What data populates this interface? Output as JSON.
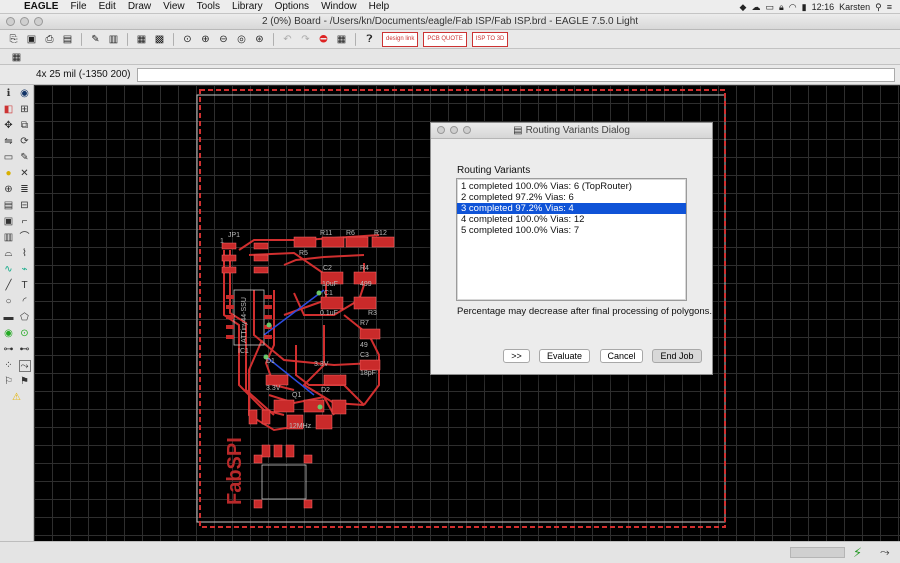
{
  "menubar": {
    "app_name": "EAGLE",
    "items": [
      "File",
      "Edit",
      "Draw",
      "View",
      "Tools",
      "Library",
      "Options",
      "Window",
      "Help"
    ],
    "clock": "12:16",
    "user": "Karsten"
  },
  "window": {
    "title": "2 (0%) Board - /Users/kn/Documents/eagle/Fab ISP/Fab ISP.brd - EAGLE 7.5.0 Light"
  },
  "toolbar": {
    "badges": [
      "design link",
      "PCB QUOTE",
      "ISP TO 3D"
    ]
  },
  "coord": {
    "grid_readout": "4x 25 mil (-1350 200)",
    "command_value": ""
  },
  "board": {
    "silkscreen_text": "FabSPI",
    "labels": [
      "JP1",
      "1",
      "R5",
      "R11",
      "R6",
      "R12",
      "C2",
      "10uF",
      "R4",
      "499",
      "C1",
      "0.1uF",
      "R3",
      "IC1",
      "R7",
      "49",
      "D1",
      "3.3V",
      "3.3V",
      "D2",
      "C3",
      "18pF",
      "Q1",
      "12MHz",
      "ATTiny44-SSU"
    ],
    "colors": {
      "trace": "#d12f2f",
      "pad": "#c92a2a",
      "airwire": "#2d4ce0",
      "outline": "#c8c8c8",
      "background": "#000000"
    }
  },
  "dialog": {
    "title": "Routing Variants Dialog",
    "list_label": "Routing Variants",
    "variants": [
      {
        "text": "1 completed  100.0%  Vias: 6 (TopRouter)",
        "selected": false
      },
      {
        "text": "2 completed   97.2%  Vias: 6",
        "selected": false
      },
      {
        "text": "3 completed   97.2%  Vias: 4",
        "selected": true
      },
      {
        "text": "4 completed  100.0%  Vias: 12",
        "selected": false
      },
      {
        "text": "5 completed  100.0%  Vias: 7",
        "selected": false
      }
    ],
    "note": "Percentage may decrease after final processing of polygons.",
    "buttons": {
      "next": ">>",
      "evaluate": "Evaluate",
      "cancel": "Cancel",
      "end_job": "End Job"
    }
  }
}
